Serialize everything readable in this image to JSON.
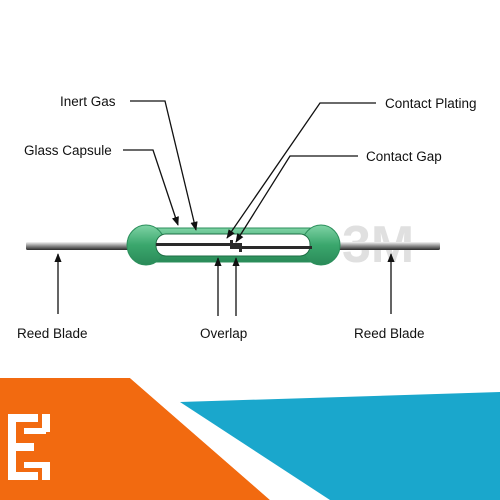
{
  "labels": {
    "inert_gas": "Inert Gas",
    "glass_capsule": "Glass Capsule",
    "contact_plating": "Contact Plating",
    "contact_gap": "Contact Gap",
    "reed_blade_left": "Reed Blade",
    "overlap": "Overlap",
    "reed_blade_right": "Reed Blade"
  },
  "watermark": {
    "text": "3M"
  },
  "colors": {
    "capsule_green": "#3aa76d",
    "band_orange": "#f26a10",
    "band_blue": "#1aa7cc",
    "logo": "#ffffff"
  },
  "icons": {
    "brand_logo": "brand-logo-icon"
  }
}
